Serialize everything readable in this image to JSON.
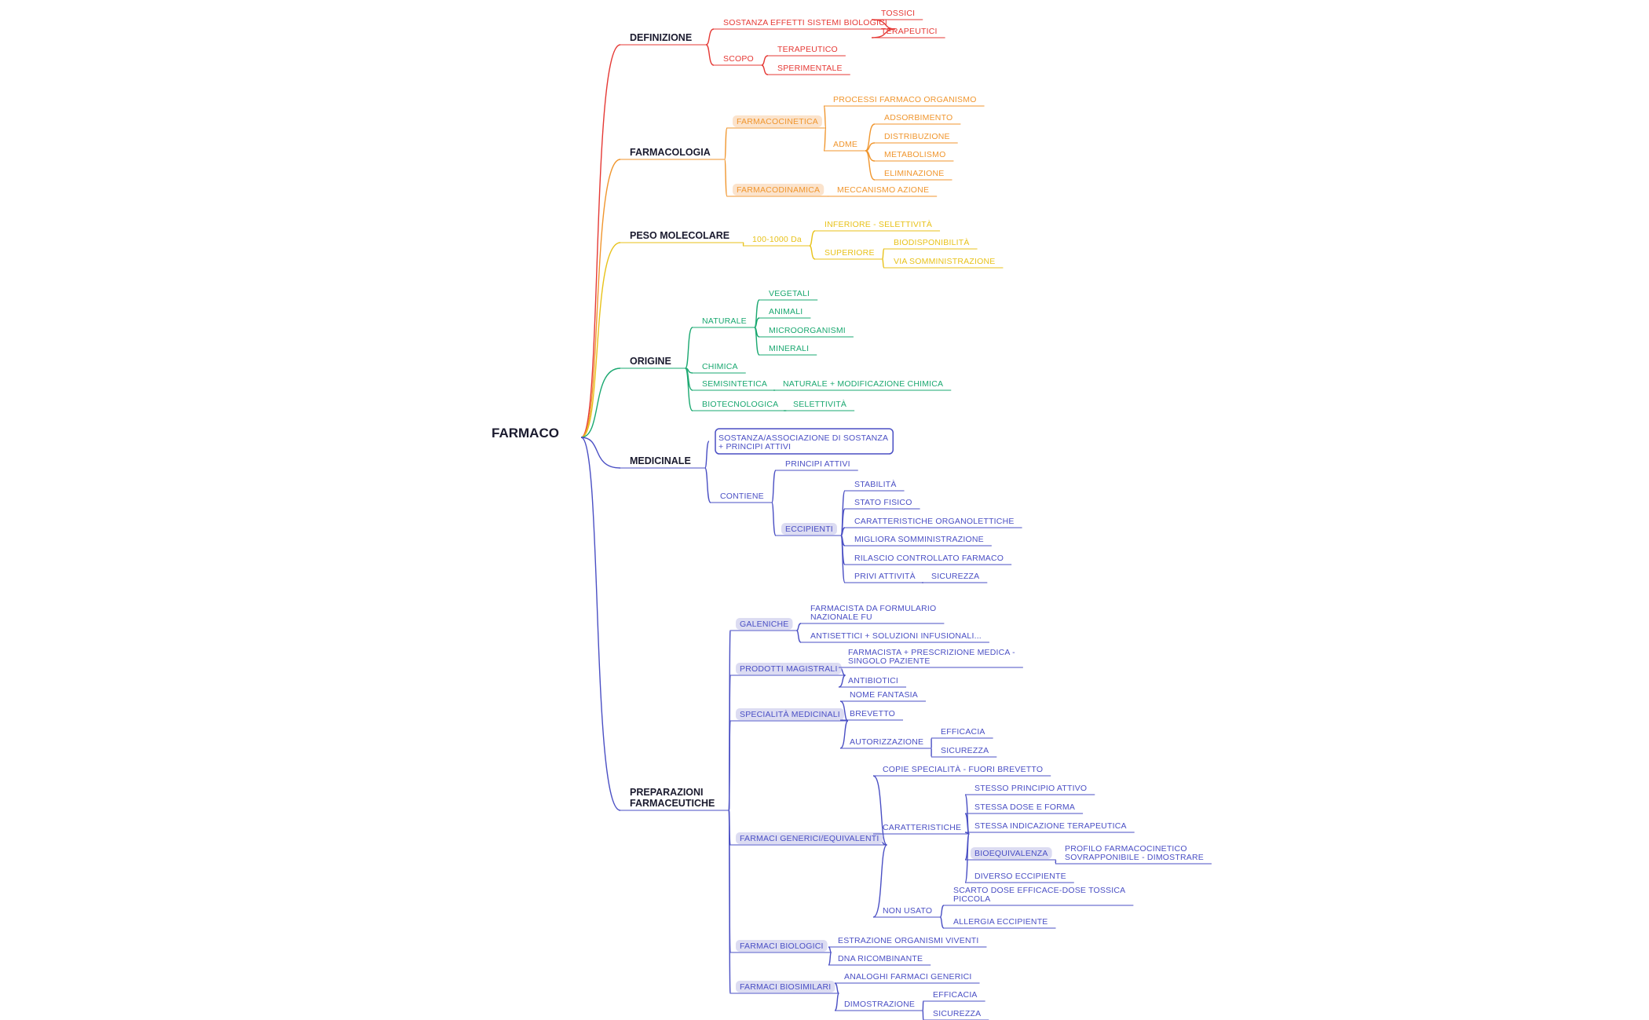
{
  "root": "FARMACO",
  "colors": {
    "red": "#e53935",
    "orange": "#f0962e",
    "yellow": "#e8c21a",
    "green": "#1aa870",
    "blue": "#4a4fc4",
    "orange_highlight": "#fbe3cc",
    "blue_highlight": "#dcdcf2"
  },
  "branches": [
    {
      "label": "DEFINIZIONE",
      "color": "#e53935",
      "children": [
        {
          "label": "SOSTANZA EFFETTI SISTEMI BIOLOGICI",
          "children": [
            {
              "label": "TOSSICI"
            },
            {
              "label": "TERAPEUTICI"
            }
          ]
        },
        {
          "label": "SCOPO",
          "children": [
            {
              "label": "TERAPEUTICO"
            },
            {
              "label": "SPERIMENTALE"
            }
          ]
        }
      ]
    },
    {
      "label": "FARMACOLOGIA",
      "color": "#f0962e",
      "children": [
        {
          "label": "FARMACOCINETICA",
          "highlight": true,
          "children": [
            {
              "label": "PROCESSI FARMACO ORGANISMO"
            },
            {
              "label": "ADME",
              "children": [
                {
                  "label": "ADSORBIMENTO"
                },
                {
                  "label": "DISTRIBUZIONE"
                },
                {
                  "label": "METABOLISMO"
                },
                {
                  "label": "ELIMINAZIONE"
                }
              ]
            }
          ]
        },
        {
          "label": "FARMACODINAMICA",
          "highlight": true,
          "children": [
            {
              "label": "MECCANISMO AZIONE"
            }
          ]
        }
      ]
    },
    {
      "label": "PESO MOLECOLARE",
      "color": "#e8c21a",
      "children": [
        {
          "label": "100-1000 Da",
          "children": [
            {
              "label": "INFERIORE - SELETTIVITÀ"
            },
            {
              "label": "SUPERIORE",
              "children": [
                {
                  "label": "BIODISPONIBILITÀ"
                },
                {
                  "label": "VIA SOMMINISTRAZIONE"
                }
              ]
            }
          ]
        }
      ]
    },
    {
      "label": "ORIGINE",
      "color": "#1aa870",
      "children": [
        {
          "label": "NATURALE",
          "children": [
            {
              "label": "VEGETALI"
            },
            {
              "label": "ANIMALI"
            },
            {
              "label": "MICROORGANISMI"
            },
            {
              "label": "MINERALI"
            }
          ]
        },
        {
          "label": "CHIMICA"
        },
        {
          "label": "SEMISINTETICA",
          "children": [
            {
              "label": "NATURALE + MODIFICAZIONE CHIMICA"
            }
          ]
        },
        {
          "label": "BIOTECNOLOGICA",
          "children": [
            {
              "label": "SELETTIVITÀ"
            }
          ]
        }
      ]
    },
    {
      "label": "MEDICINALE",
      "color": "#4a4fc4",
      "children": [
        {
          "label": "SOSTANZA/ASSOCIAZIONE DI SOSTANZA\n+ PRINCIPI ATTIVI",
          "boxed": true
        },
        {
          "label": "CONTIENE",
          "children": [
            {
              "label": "PRINCIPI ATTIVI"
            },
            {
              "label": "ECCIPIENTI",
              "highlight": true,
              "children": [
                {
                  "label": "STABILITÀ"
                },
                {
                  "label": "STATO FISICO"
                },
                {
                  "label": "CARATTERISTICHE ORGANOLETTICHE"
                },
                {
                  "label": "MIGLIORA SOMMINISTRAZIONE"
                },
                {
                  "label": "RILASCIO CONTROLLATO FARMACO"
                },
                {
                  "label": "PRIVI ATTIVITÀ",
                  "children": [
                    {
                      "label": "SICUREZZA"
                    }
                  ]
                }
              ]
            }
          ]
        }
      ]
    },
    {
      "label": "PREPARAZIONI\nFARMACEUTICHE",
      "color": "#4a4fc4",
      "children": [
        {
          "label": "GALENICHE",
          "highlight": true,
          "children": [
            {
              "label": "FARMACISTA DA FORMULARIO\nNAZIONALE FU"
            },
            {
              "label": "ANTISETTICI + SOLUZIONI INFUSIONALI..."
            }
          ]
        },
        {
          "label": "PRODOTTI MAGISTRALI",
          "highlight": true,
          "children": [
            {
              "label": "FARMACISTA + PRESCRIZIONE MEDICA -\nSINGOLO PAZIENTE"
            },
            {
              "label": "ANTIBIOTICI"
            }
          ]
        },
        {
          "label": "SPECIALITÀ MEDICINALI",
          "highlight": true,
          "children": [
            {
              "label": "NOME FANTASIA"
            },
            {
              "label": "BREVETTO"
            },
            {
              "label": "AUTORIZZAZIONE",
              "children": [
                {
                  "label": "EFFICACIA"
                },
                {
                  "label": "SICUREZZA"
                }
              ]
            }
          ]
        },
        {
          "label": "FARMACI GENERICI/EQUIVALENTI",
          "highlight": true,
          "children": [
            {
              "label": "COPIE SPECIALITÀ - FUORI BREVETTO"
            },
            {
              "label": "CARATTERISTICHE",
              "children": [
                {
                  "label": "STESSO PRINCIPIO ATTIVO"
                },
                {
                  "label": "STESSA DOSE E FORMA"
                },
                {
                  "label": "STESSA INDICAZIONE TERAPEUTICA"
                },
                {
                  "label": "BIOEQUIVALENZA",
                  "highlight": true,
                  "children": [
                    {
                      "label": "PROFILO FARMACOCINETICO\nSOVRAPPONIBILE - DIMOSTRARE"
                    }
                  ]
                },
                {
                  "label": "DIVERSO ECCIPIENTE"
                }
              ]
            },
            {
              "label": "NON USATO",
              "children": [
                {
                  "label": "SCARTO DOSE EFFICACE-DOSE TOSSICA\nPICCOLA"
                },
                {
                  "label": "ALLERGIA ECCIPIENTE"
                }
              ]
            }
          ]
        },
        {
          "label": "FARMACI BIOLOGICI",
          "highlight": true,
          "children": [
            {
              "label": "ESTRAZIONE ORGANISMI VIVENTI"
            },
            {
              "label": "DNA RICOMBINANTE"
            }
          ]
        },
        {
          "label": "FARMACI BIOSIMILARI",
          "highlight": true,
          "children": [
            {
              "label": "ANALOGHI FARMACI GENERICI"
            },
            {
              "label": "DIMOSTRAZIONE",
              "children": [
                {
                  "label": "EFFICACIA"
                },
                {
                  "label": "SICUREZZA"
                }
              ]
            }
          ]
        }
      ]
    }
  ]
}
